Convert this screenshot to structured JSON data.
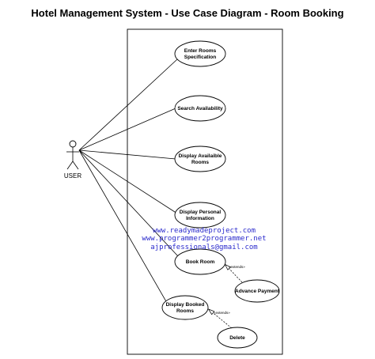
{
  "title": "Hotel Management System - Use Case Diagram - Room Booking",
  "actor": {
    "label": "USER"
  },
  "use_cases": [
    {
      "id": "enter-rooms-specification",
      "lines": [
        "Enter Rooms",
        "Specification"
      ]
    },
    {
      "id": "search-availability",
      "lines": [
        "Search Availability"
      ]
    },
    {
      "id": "display-available-rooms",
      "lines": [
        "Display Availaible",
        "Rooms"
      ]
    },
    {
      "id": "display-personal-information",
      "lines": [
        "Display Personal",
        "Information"
      ]
    },
    {
      "id": "book-room",
      "lines": [
        "Book Room"
      ]
    },
    {
      "id": "display-booked-rooms",
      "lines": [
        "Display  Booked",
        "Rooms"
      ]
    },
    {
      "id": "advance-payment",
      "lines": [
        "Advance Payment"
      ]
    },
    {
      "id": "delete",
      "lines": [
        "Delete"
      ]
    }
  ],
  "relations": [
    {
      "from": "advance-payment",
      "to": "book-room",
      "stereotype": "«extends»"
    },
    {
      "from": "delete",
      "to": "display-booked-rooms",
      "stereotype": "«extends»"
    }
  ],
  "watermark": [
    "www.readymadeproject.com",
    "www.programmer2programmer.net",
    "ajprofessionals@gmail.com"
  ]
}
